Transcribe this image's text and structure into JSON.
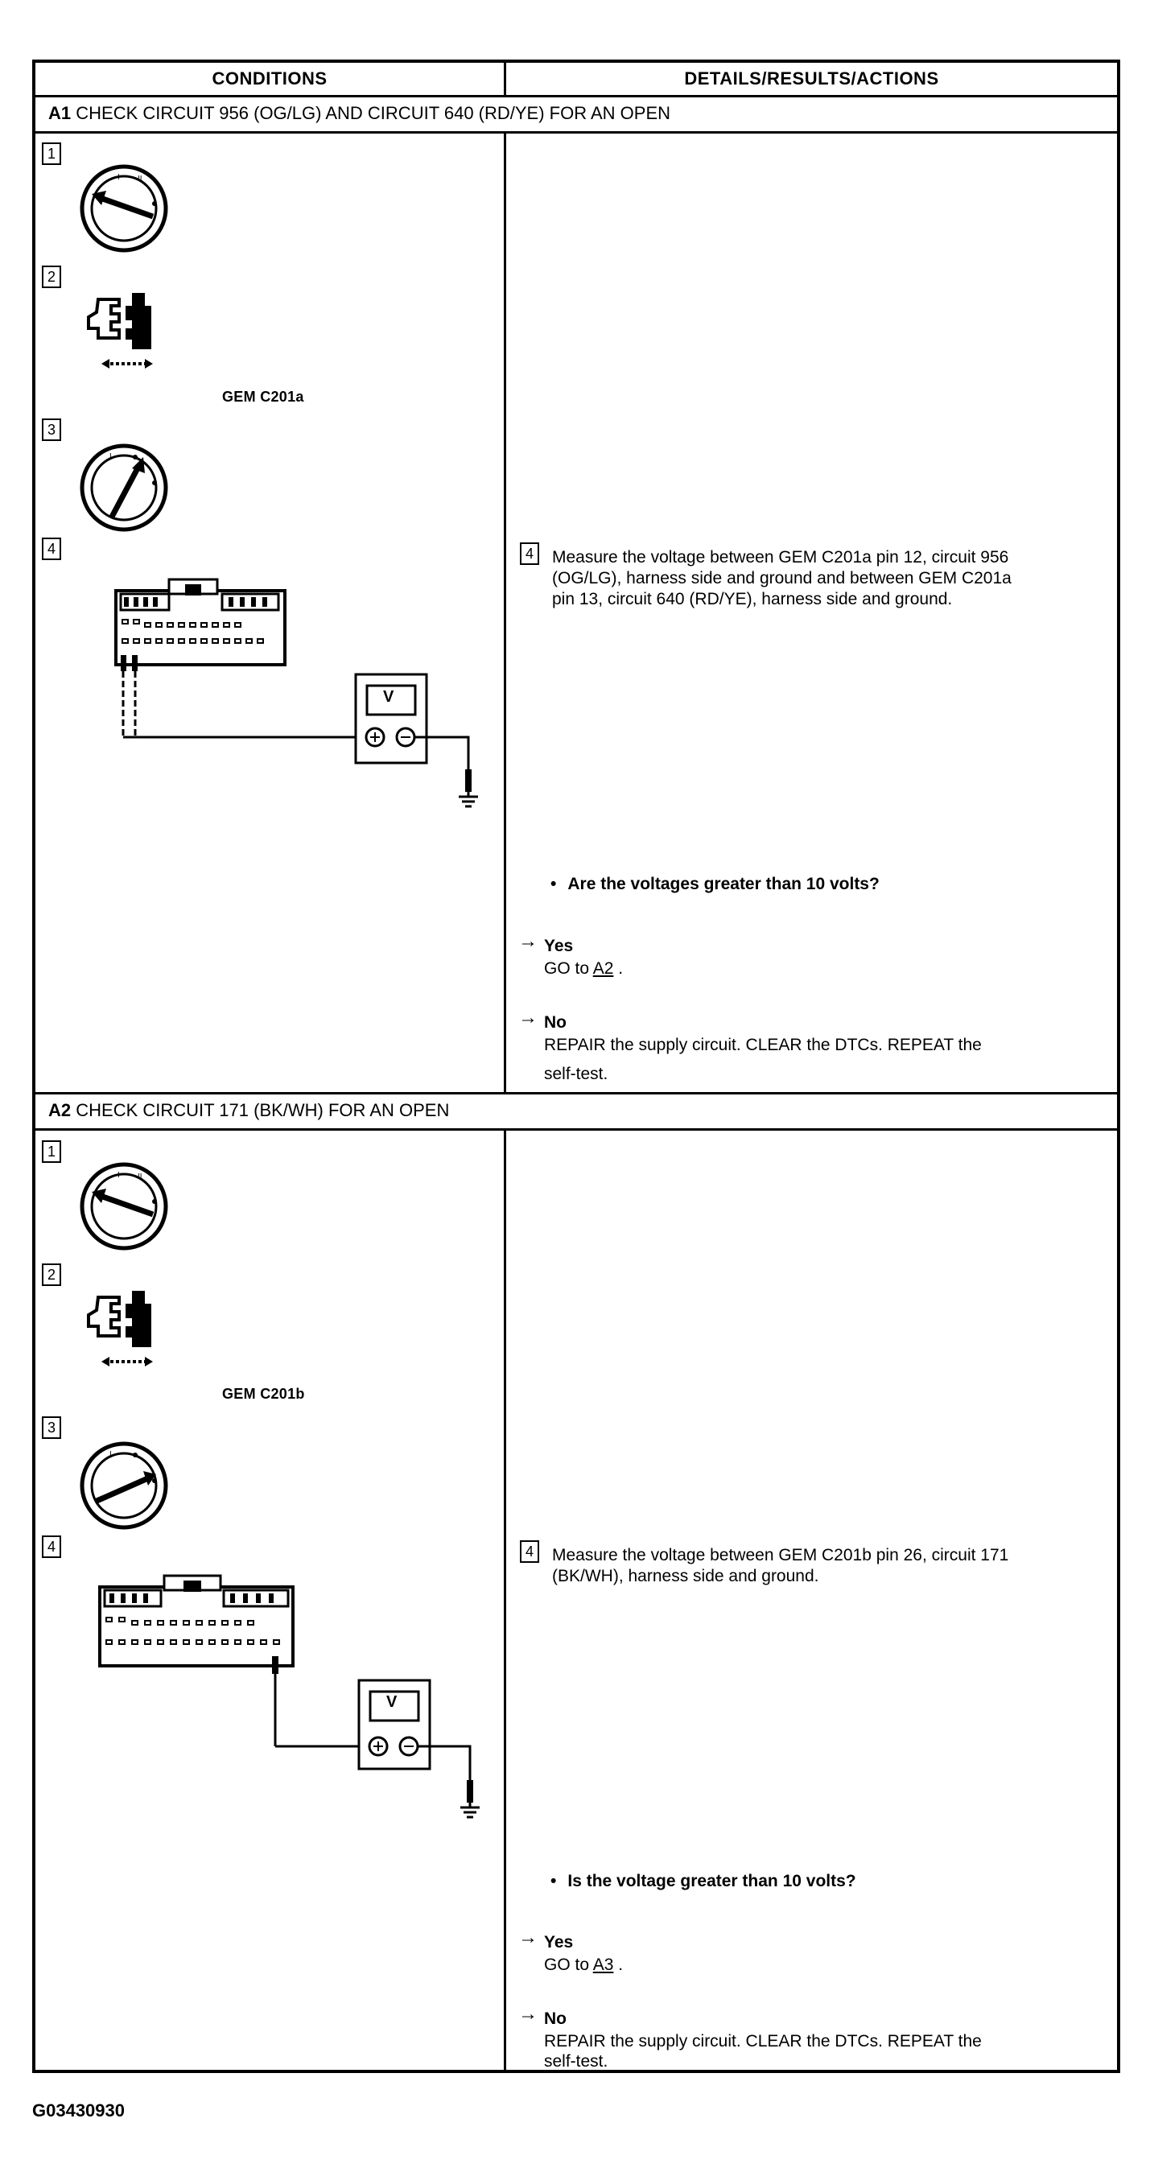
{
  "header": {
    "conditions": "CONDITIONS",
    "details": "DETAILS/RESULTS/ACTIONS"
  },
  "sections": [
    {
      "id": "A1",
      "title": "CHECK CIRCUIT 956 (OG/LG) AND CIRCUIT 640 (RD/YE) FOR AN OPEN",
      "steps": [
        "1",
        "2",
        "3",
        "4"
      ],
      "connector_caption": "GEM C201a",
      "instruction_step": "4",
      "instruction": "Measure the voltage between GEM C201a pin 12, circuit 956 (OG/LG), harness side and ground and between GEM C201a pin 13, circuit 640 (RD/YE), harness side and ground.",
      "instruction_lines": [
        "Measure the voltage between GEM C201a pin 12, circuit 956",
        "(OG/LG), harness side and ground and between GEM C201a",
        "pin 13, circuit 640 (RD/YE), harness side and ground."
      ],
      "question": "Are the voltages greater than 10 volts?",
      "yes_label": "Yes",
      "yes_action_prefix": "GO to",
      "yes_link": "A2",
      "no_label": "No",
      "no_action_line1": "REPAIR the supply circuit. CLEAR the DTCs. REPEAT the",
      "no_action_line2": "self-test.",
      "meter_label": "V"
    },
    {
      "id": "A2",
      "title": "CHECK CIRCUIT 171 (BK/WH) FOR AN OPEN",
      "steps": [
        "1",
        "2",
        "3",
        "4"
      ],
      "connector_caption": "GEM C201b",
      "instruction_step": "4",
      "instruction": "Measure the voltage between GEM C201b pin 26, circuit 171 (BK/WH), harness side and ground.",
      "instruction_lines": [
        "Measure the voltage between GEM C201b pin 26, circuit 171",
        "(BK/WH), harness side and ground."
      ],
      "question": "Is the voltage greater than 10 volts?",
      "yes_label": "Yes",
      "yes_action_prefix": "GO to",
      "yes_link": "A3",
      "no_label": "No",
      "no_action_line1": "REPAIR the supply circuit. CLEAR the DTCs. REPEAT the",
      "no_action_line2": "self-test.",
      "meter_label": "V"
    }
  ],
  "bullet": "•",
  "figure_id": "G03430930"
}
